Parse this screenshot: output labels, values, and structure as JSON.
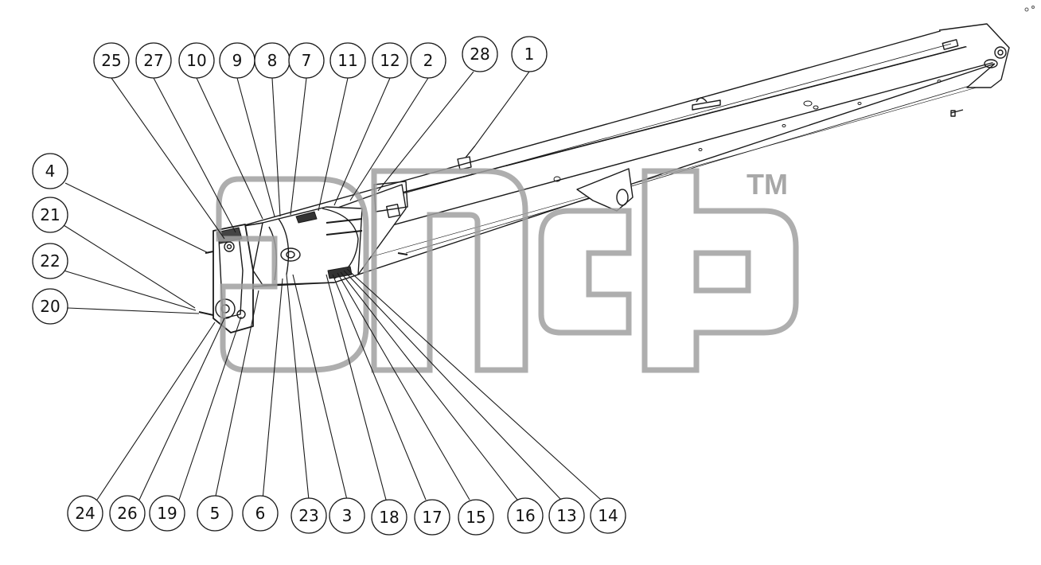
{
  "watermark": {
    "letters": "эпср",
    "trademark": "TM"
  },
  "callouts_top": [
    "25",
    "27",
    "10",
    "9",
    "8",
    "7",
    "11",
    "12",
    "2",
    "28",
    "1"
  ],
  "callouts_left": [
    "4",
    "21",
    "22",
    "20"
  ],
  "callouts_bottom": [
    "24",
    "26",
    "19",
    "5",
    "6",
    "23",
    "3",
    "18",
    "17",
    "15",
    "16",
    "13",
    "14"
  ],
  "colors": {
    "line": "#1a1a1a",
    "watermark": "#a0a0a0"
  }
}
